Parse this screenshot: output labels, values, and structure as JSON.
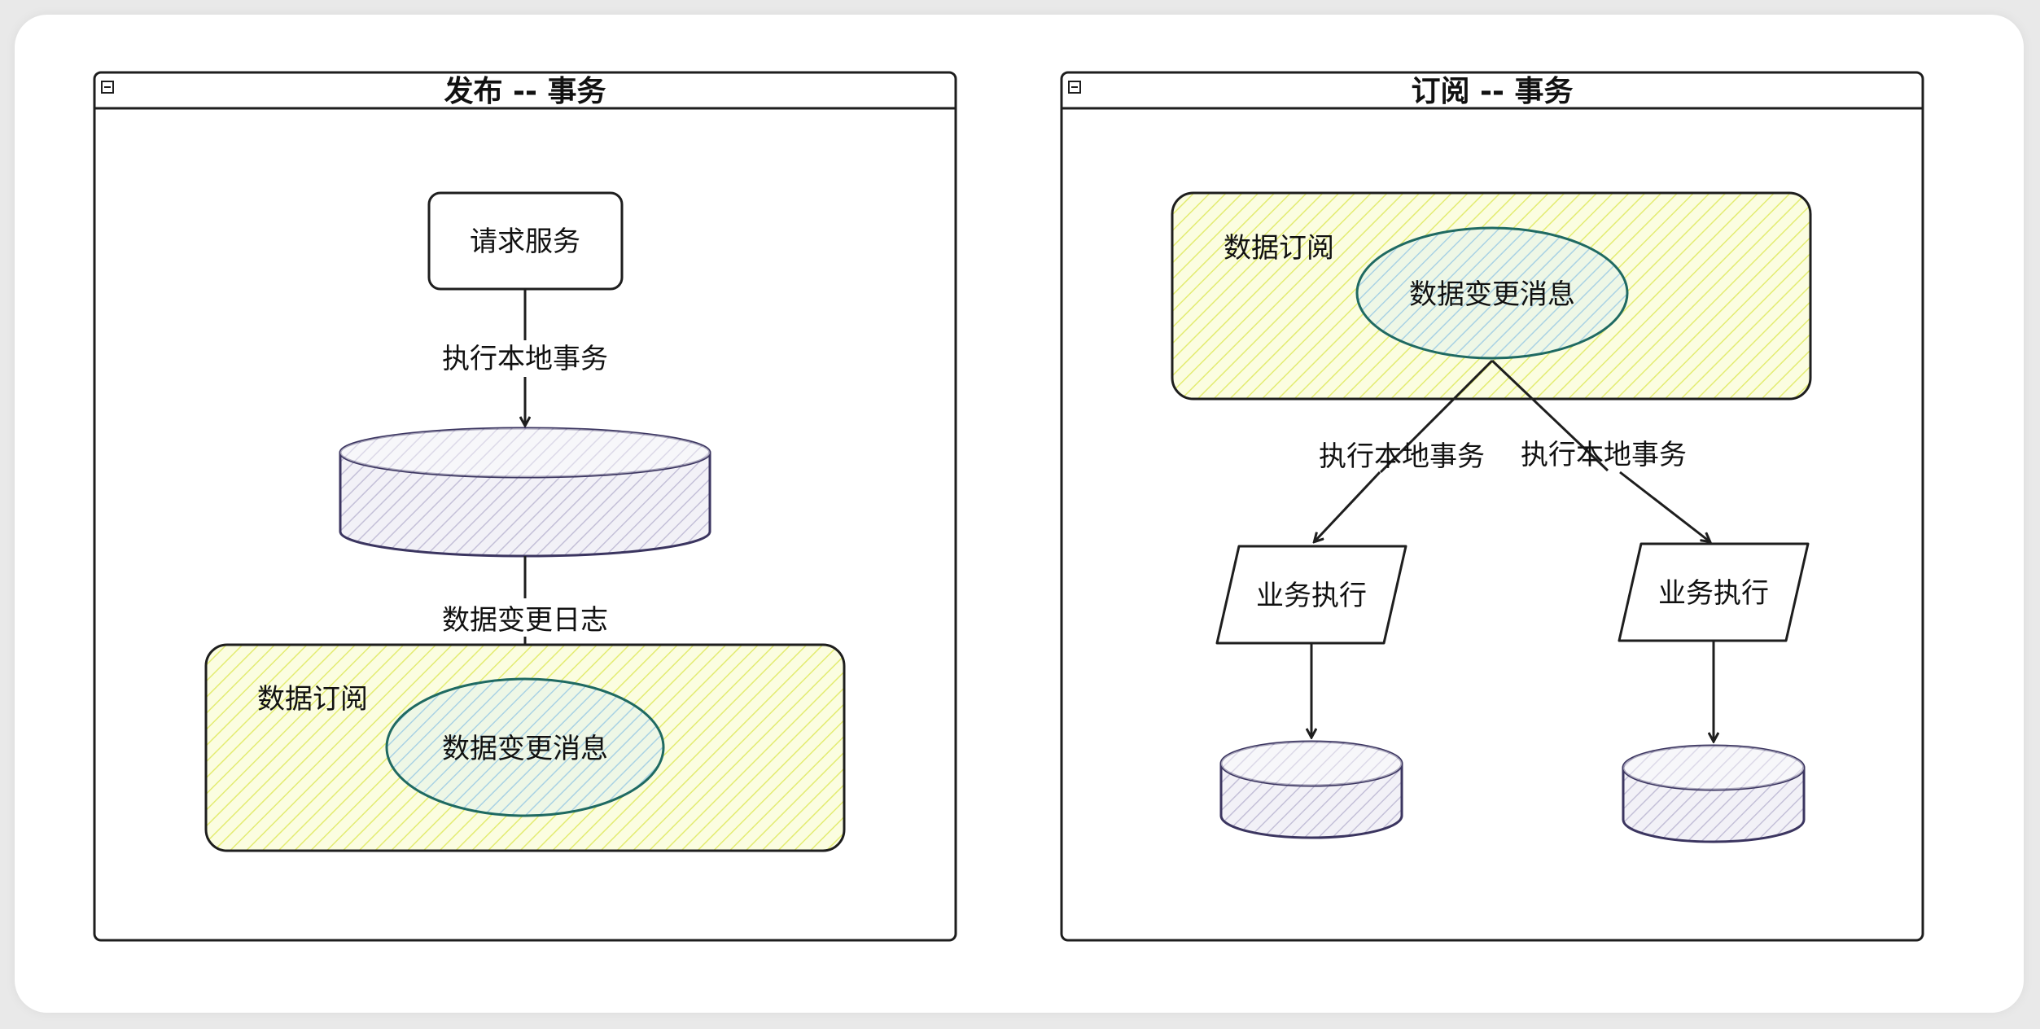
{
  "left_panel": {
    "title": "发布 -- 事务",
    "request_service": "请求服务",
    "edge_local_tx": "执行本地事务",
    "edge_change_log": "数据变更日志",
    "subscription_group": "数据订阅",
    "change_message": "数据变更消息"
  },
  "right_panel": {
    "title": "订阅 -- 事务",
    "subscription_group": "数据订阅",
    "change_message": "数据变更消息",
    "edge_left_local_tx": "执行本地事务",
    "edge_right_local_tx": "执行本地事务",
    "business_left": "业务执行",
    "business_right": "业务执行"
  },
  "colors": {
    "stroke": "#1e1e1e",
    "group_fill": "#f3f99a",
    "ellipse_stroke": "#1f6a62",
    "ellipse_fill": "#c9e4ef",
    "db_fill": "#d9d6e8",
    "db_stroke": "#3b3560"
  }
}
